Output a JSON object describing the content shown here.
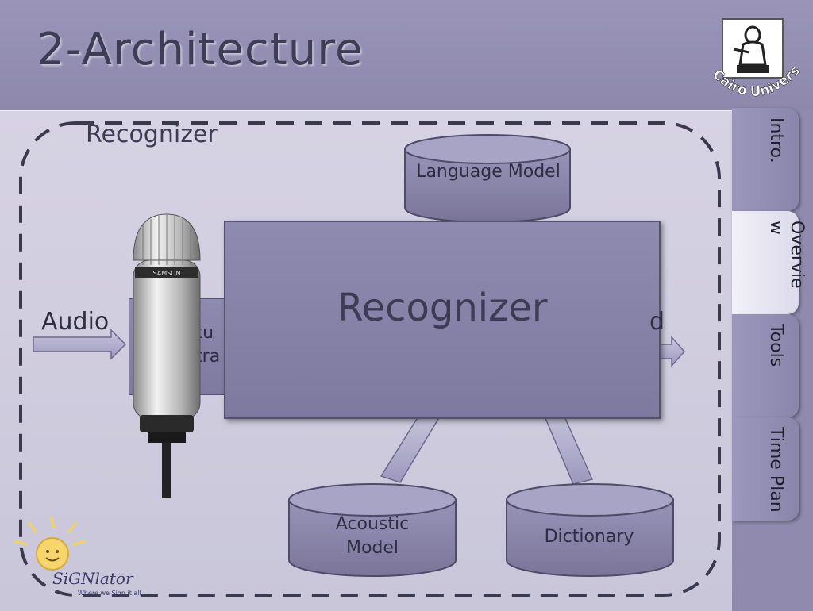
{
  "slide": {
    "title": "2-Architecture"
  },
  "logo": {
    "text": "Cairo University",
    "icon": "seated-scribe-icon"
  },
  "nav_tabs": [
    {
      "label": "Intro.",
      "active": false
    },
    {
      "label": "Overvie w",
      "active": true
    },
    {
      "label": "Tools",
      "active": false
    },
    {
      "label": "Time Plan",
      "active": false
    }
  ],
  "diagram": {
    "group_label": "Recognizer",
    "input_label": "Audio",
    "feature_box_label": "atu\nxtra",
    "output_label_partial": "d",
    "recognizer_label": "Recognizer",
    "language_model": "Language Model",
    "acoustic_model": "Acoustic Model",
    "dictionary": "Dictionary",
    "microphone": "microphone-icon"
  },
  "brand": {
    "name": "SiGNlator",
    "tagline": "Where we Sign it all"
  },
  "colors": {
    "title_bar": "#8f8aae",
    "content_bg": "#d6d3e3",
    "box_fill": "#8f8ab0",
    "text_dark": "#3e3b55"
  }
}
